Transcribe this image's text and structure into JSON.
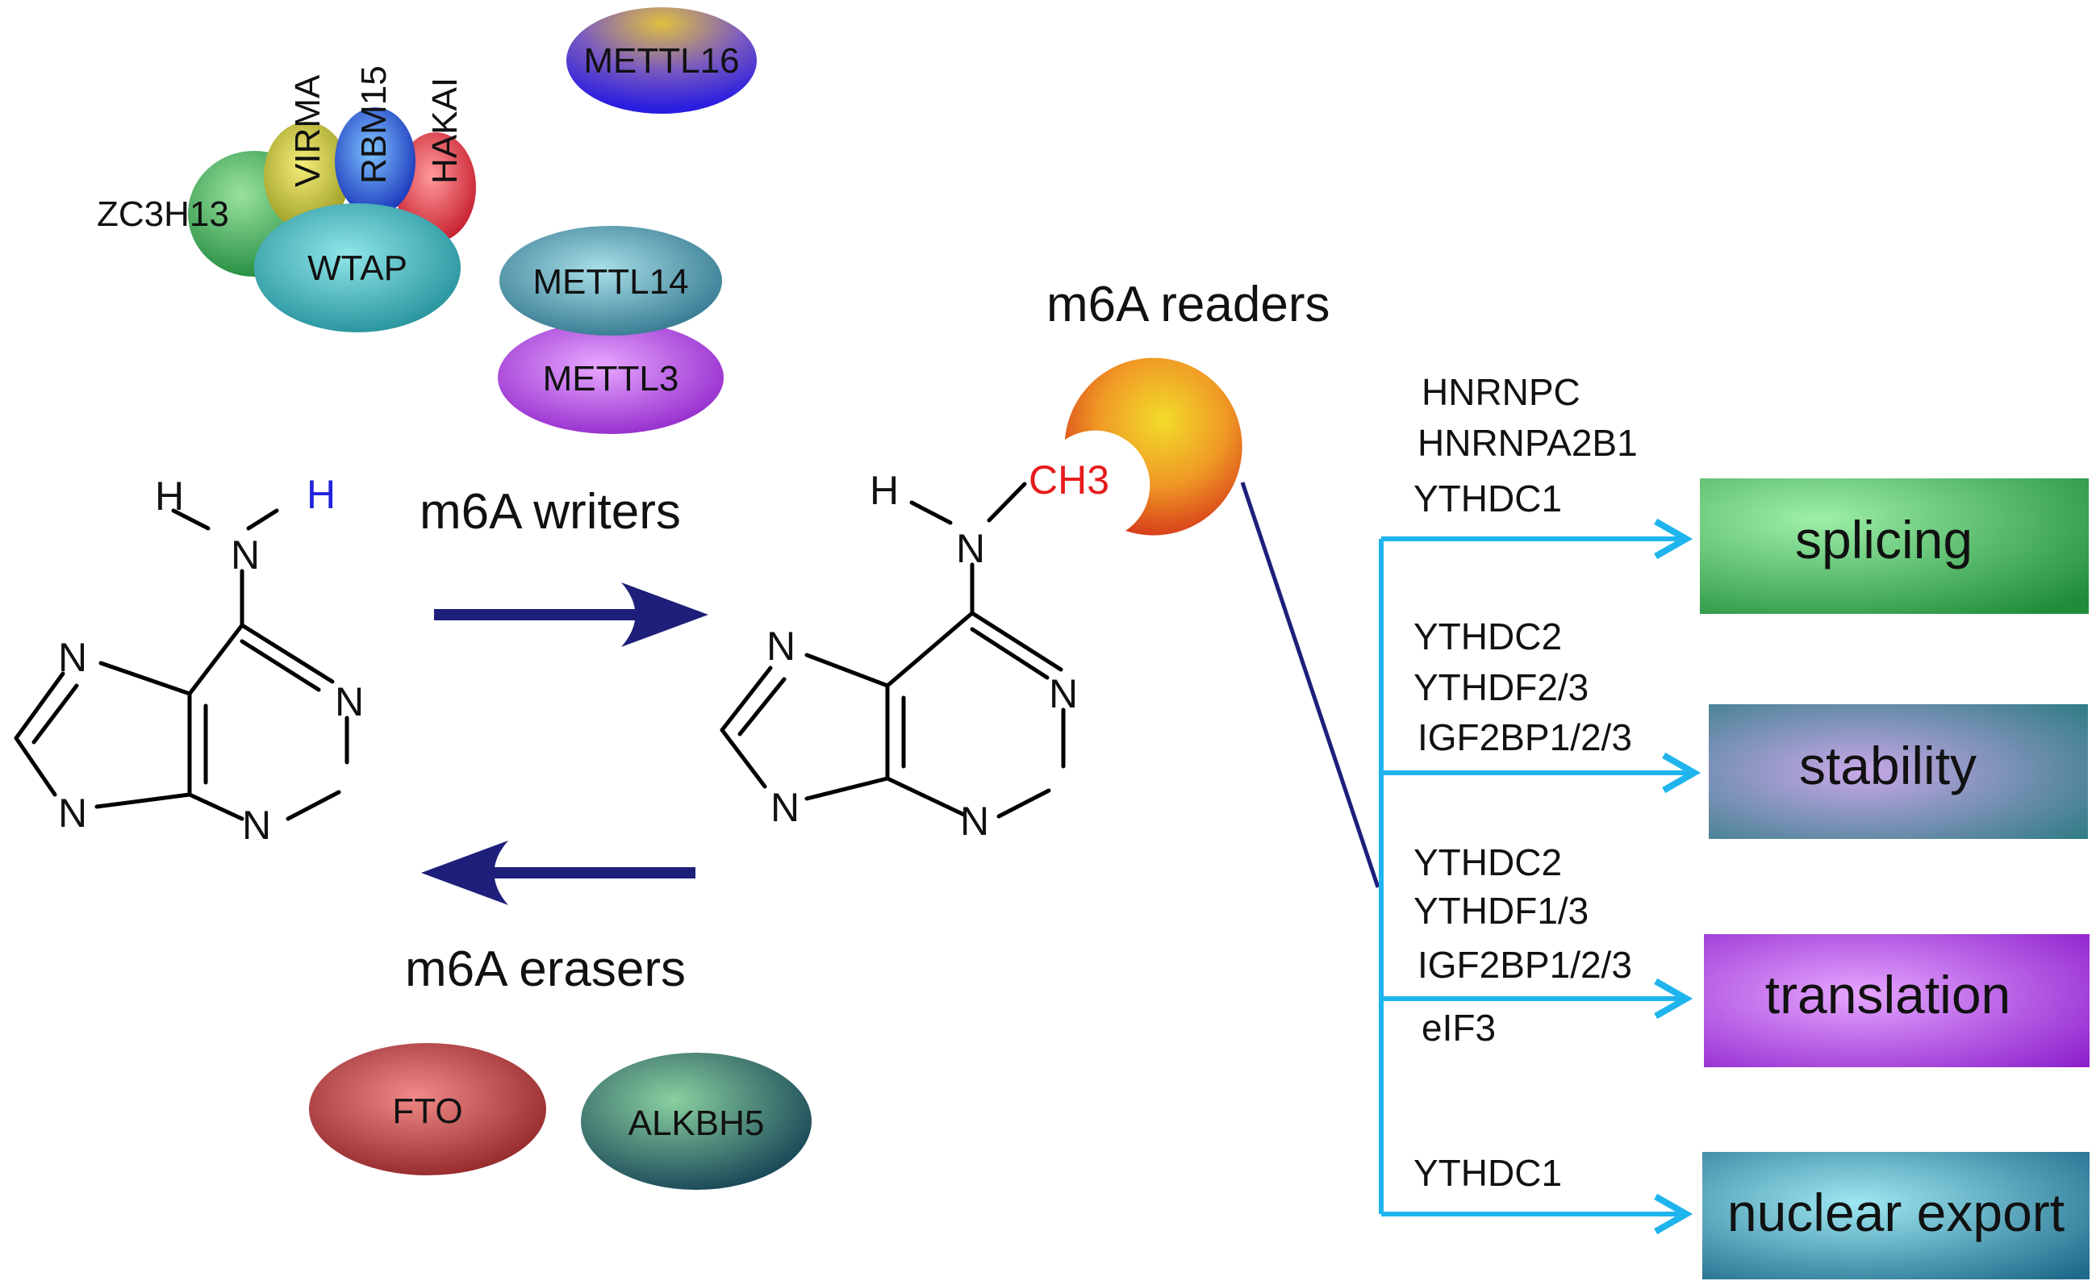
{
  "labels": {
    "writers": "m6A writers",
    "erasers": "m6A erasers",
    "readers": "m6A readers"
  },
  "proteins": {
    "zc3h13": "ZC3H13",
    "virma": "VIRMA",
    "rbm15": "RBM15",
    "hakai": "HAKAI",
    "wtap": "WTAP",
    "mettl16": "METTL16",
    "mettl14": "METTL14",
    "mettl3": "METTL3",
    "fto": "FTO",
    "alkbh5": "ALKBH5"
  },
  "molecule": {
    "left": {
      "h1": "H",
      "h2": "H",
      "n6": "N",
      "n7": "N",
      "n1": "N",
      "n9": "N",
      "n3": "N"
    },
    "right": {
      "h1": "H",
      "ch3": "CH3",
      "n6": "N",
      "n7": "N",
      "n1": "N",
      "n9": "N",
      "n3": "N"
    }
  },
  "outcomes": [
    {
      "label": "splicing",
      "readers": [
        "HNRNPC",
        "HNRNPA2B1",
        "YTHDC1"
      ]
    },
    {
      "label": "stability",
      "readers": [
        "YTHDC2",
        "YTHDF2/3",
        "IGF2BP1/2/3"
      ]
    },
    {
      "label": "translation",
      "readers": [
        "YTHDC2",
        "YTHDF1/3",
        "IGF2BP1/2/3",
        "eIF3"
      ]
    },
    {
      "label": "nuclear export",
      "readers": [
        "YTHDC1"
      ]
    }
  ],
  "colors": {
    "arrow_main": "#1d1f7a",
    "branch": "#1fb4ee",
    "hydrogen_blue": "#2222dd",
    "methyl_red": "#e51b1b"
  }
}
